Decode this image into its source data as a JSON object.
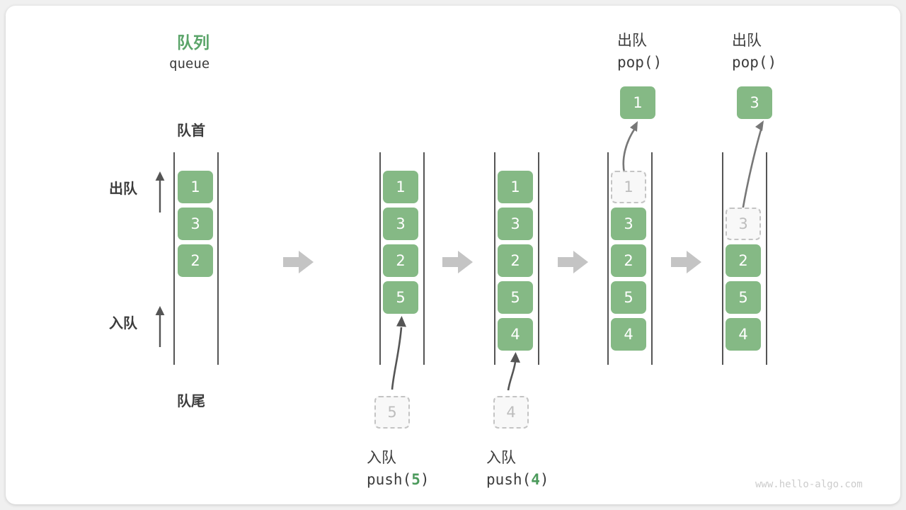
{
  "diagram": {
    "title_cn": "队列",
    "title_en": "queue",
    "front_label": "队首",
    "rear_label": "队尾",
    "dequeue_label": "出队",
    "enqueue_label": "入队",
    "watermark": "www.hello-algo.com",
    "accent_green": "#5aa469",
    "cell_green": "#85b985",
    "ghost_gray": "#bdbdbd",
    "flow_arrow_gray": "#c4c4c4",
    "text_dark": "#3c3c3c"
  },
  "operations": {
    "push5": {
      "cn": "入队",
      "code_prefix": "push(",
      "code_num": "5",
      "code_suffix": ")"
    },
    "push4": {
      "cn": "入队",
      "code_prefix": "push(",
      "code_num": "4",
      "code_suffix": ")"
    },
    "pop1": {
      "cn": "出队",
      "code": "pop()",
      "result": "1"
    },
    "pop2": {
      "cn": "出队",
      "code": "pop()",
      "result": "3"
    }
  },
  "stages": [
    {
      "name": "initial-queue",
      "cells": [
        {
          "value": "1",
          "state": "filled"
        },
        {
          "value": "3",
          "state": "filled"
        },
        {
          "value": "2",
          "state": "filled"
        }
      ]
    },
    {
      "name": "after-push-5",
      "cells": [
        {
          "value": "1",
          "state": "filled"
        },
        {
          "value": "3",
          "state": "filled"
        },
        {
          "value": "2",
          "state": "filled"
        },
        {
          "value": "5",
          "state": "filled"
        }
      ],
      "incoming": {
        "value": "5",
        "state": "ghost"
      }
    },
    {
      "name": "after-push-4",
      "cells": [
        {
          "value": "1",
          "state": "filled"
        },
        {
          "value": "3",
          "state": "filled"
        },
        {
          "value": "2",
          "state": "filled"
        },
        {
          "value": "5",
          "state": "filled"
        },
        {
          "value": "4",
          "state": "filled"
        }
      ],
      "incoming": {
        "value": "4",
        "state": "ghost"
      }
    },
    {
      "name": "after-pop-1",
      "cells": [
        {
          "value": "1",
          "state": "ghost"
        },
        {
          "value": "3",
          "state": "filled"
        },
        {
          "value": "2",
          "state": "filled"
        },
        {
          "value": "5",
          "state": "filled"
        },
        {
          "value": "4",
          "state": "filled"
        }
      ],
      "outgoing": {
        "value": "1",
        "state": "filled"
      }
    },
    {
      "name": "after-pop-3",
      "cells": [
        {
          "value": "",
          "state": "empty"
        },
        {
          "value": "3",
          "state": "ghost"
        },
        {
          "value": "2",
          "state": "filled"
        },
        {
          "value": "5",
          "state": "filled"
        },
        {
          "value": "4",
          "state": "filled"
        }
      ],
      "outgoing": {
        "value": "3",
        "state": "filled"
      }
    }
  ]
}
